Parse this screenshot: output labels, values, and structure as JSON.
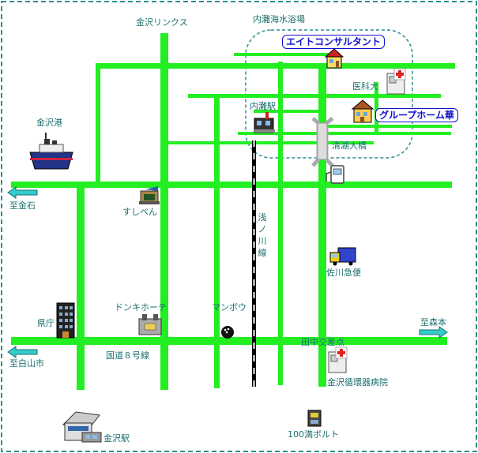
{
  "labels": {
    "rinkusu": "金沢リンクス",
    "uchinada_beach": "内灘海水浴場",
    "ika_dai": "医科大",
    "uchinada_station": "内灘駅",
    "seiko_bridge": "清湖大橋",
    "kanazawa_port": "金沢港",
    "to_kanaiwa": "至金石",
    "sushiben": "すしべん",
    "asanogawa_line": "浅ノ川線",
    "sagawa": "佐川急便",
    "don_quijote": "ドンキホーテ",
    "manbou": "マンボウ",
    "kencho": "県庁",
    "to_morimoto": "至森本",
    "tanaka_intersection": "田中交差点",
    "to_hakusan": "至白山市",
    "route8": "国道８号線",
    "kanazawa_junkanki": "金沢循環器病院",
    "kanazawa_station": "金沢駅",
    "volt": "100満ボルト"
  },
  "highlights": {
    "eito": "エイトコンサルタント",
    "group_home": "グループホーム華"
  },
  "colors": {
    "road": "#22ee22",
    "text": "#1a6f6f",
    "highlight_text": "#1010d0",
    "arrow": "#33cccc",
    "frame": "#2a8f8f"
  },
  "icons": [
    "house-icon",
    "hospital-icon",
    "ship-icon",
    "train-station-icon",
    "gas-station-icon",
    "truck-icon",
    "shop-icon",
    "building-icon",
    "bowling-icon",
    "store-icon",
    "arrow-left-icon",
    "arrow-right-icon"
  ]
}
